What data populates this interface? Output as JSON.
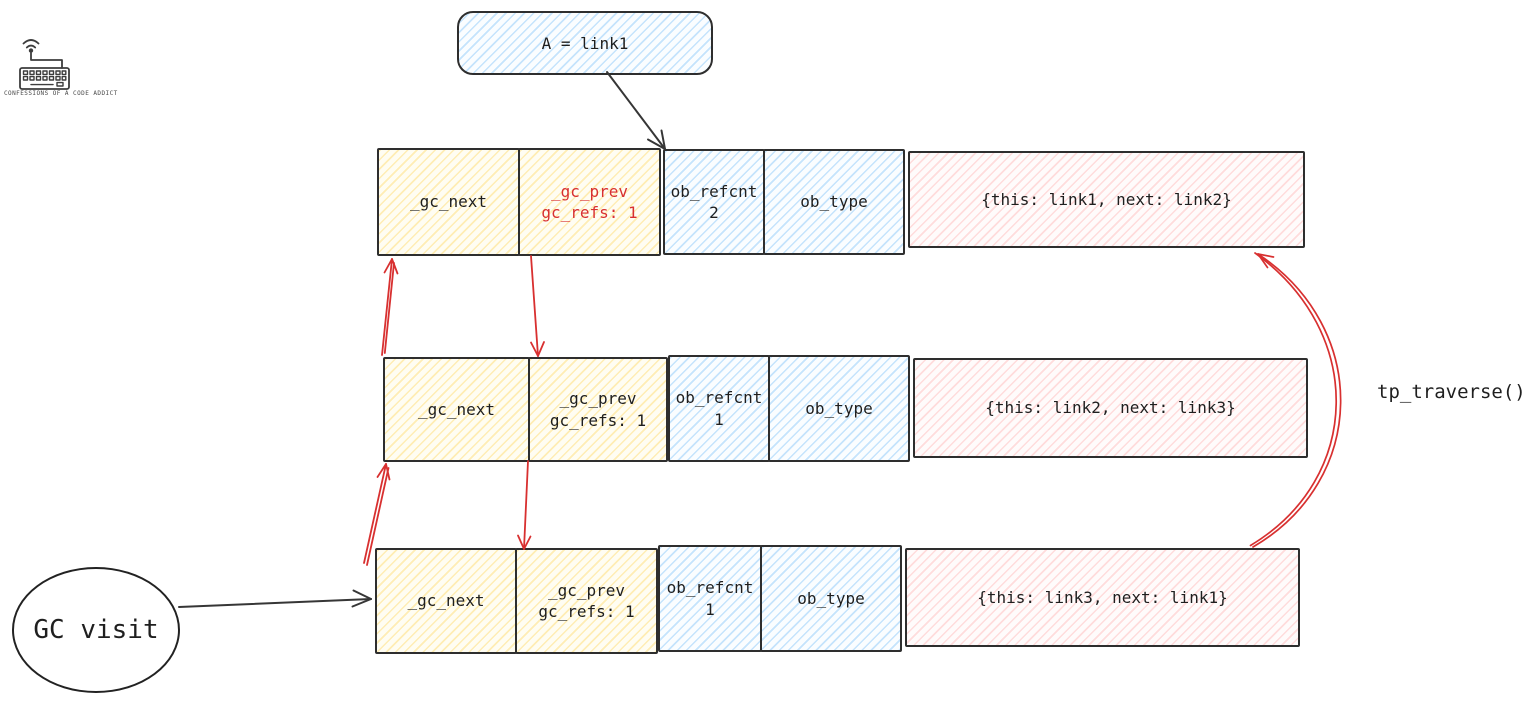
{
  "brand": {
    "caption": "CONFESSIONS OF A CODE ADDICT",
    "icon": "keyboard-wifi-logo"
  },
  "callout": {
    "text": "A = link1"
  },
  "gc_visit": {
    "text": "GC visit"
  },
  "labels": {
    "tp_traverse": "tp_traverse()"
  },
  "colors": {
    "arrow_red": "#d83030",
    "ink": "#1f1f1f",
    "box_border": "#2e2e2e",
    "yellow_hatch": "#ffe082",
    "blue_hatch": "#90caf9",
    "pink_hatch": "#ffb7b7"
  },
  "rows": [
    {
      "name": "link1",
      "cells": [
        {
          "field": "_gc_next",
          "text": "_gc_next"
        },
        {
          "field": "_gc_prev",
          "text": "_gc_prev\ngc_refs: 1",
          "highlight": "red"
        },
        {
          "field": "ob_refcnt",
          "text": "ob_refcnt\n2"
        },
        {
          "field": "ob_type",
          "text": "ob_type"
        },
        {
          "field": "dict",
          "text": "{this: link1, next: link2}"
        }
      ]
    },
    {
      "name": "link2",
      "cells": [
        {
          "field": "_gc_next",
          "text": "_gc_next"
        },
        {
          "field": "_gc_prev",
          "text": "_gc_prev\ngc_refs: 1"
        },
        {
          "field": "ob_refcnt",
          "text": "ob_refcnt\n1"
        },
        {
          "field": "ob_type",
          "text": "ob_type"
        },
        {
          "field": "dict",
          "text": "{this: link2, next: link3}"
        }
      ]
    },
    {
      "name": "link3",
      "cells": [
        {
          "field": "_gc_next",
          "text": "_gc_next"
        },
        {
          "field": "_gc_prev",
          "text": "_gc_prev\ngc_refs: 1"
        },
        {
          "field": "ob_refcnt",
          "text": "ob_refcnt\n1"
        },
        {
          "field": "ob_type",
          "text": "ob_type"
        },
        {
          "field": "dict",
          "text": "{this: link3, next: link1}"
        }
      ]
    }
  ]
}
